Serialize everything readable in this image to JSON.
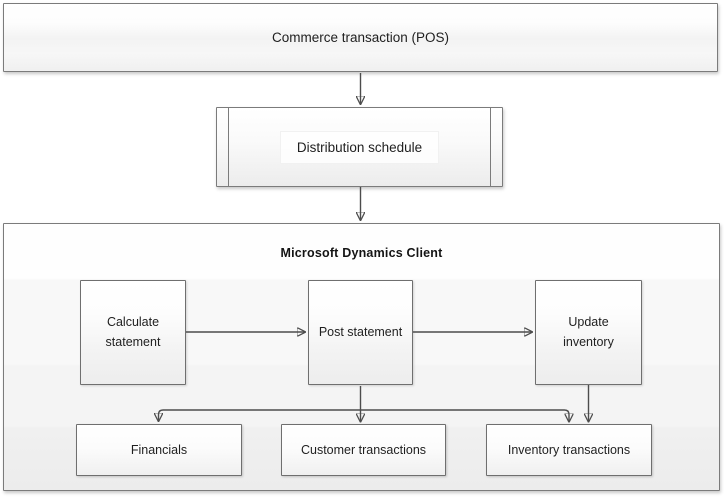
{
  "diagram": {
    "top_box": {
      "label": "Commerce transaction (POS)"
    },
    "schedule_box": {
      "label": "Distribution schedule"
    },
    "container": {
      "title": "Microsoft Dynamics Client"
    },
    "process_boxes": [
      {
        "label": "Calculate statement"
      },
      {
        "label": "Post statement"
      },
      {
        "label": "Update inventory"
      }
    ],
    "output_boxes": [
      {
        "label": "Financials"
      },
      {
        "label": "Customer transactions"
      },
      {
        "label": "Inventory transactions"
      }
    ],
    "colors": {
      "box_border": "#7b7b7b",
      "inner_box_border": "#6f6f6f",
      "arrow": "#4c4c4c",
      "text": "#1f1f1f",
      "box_fill_top": "#ffffff",
      "box_fill_bottom": "#ececec"
    }
  }
}
